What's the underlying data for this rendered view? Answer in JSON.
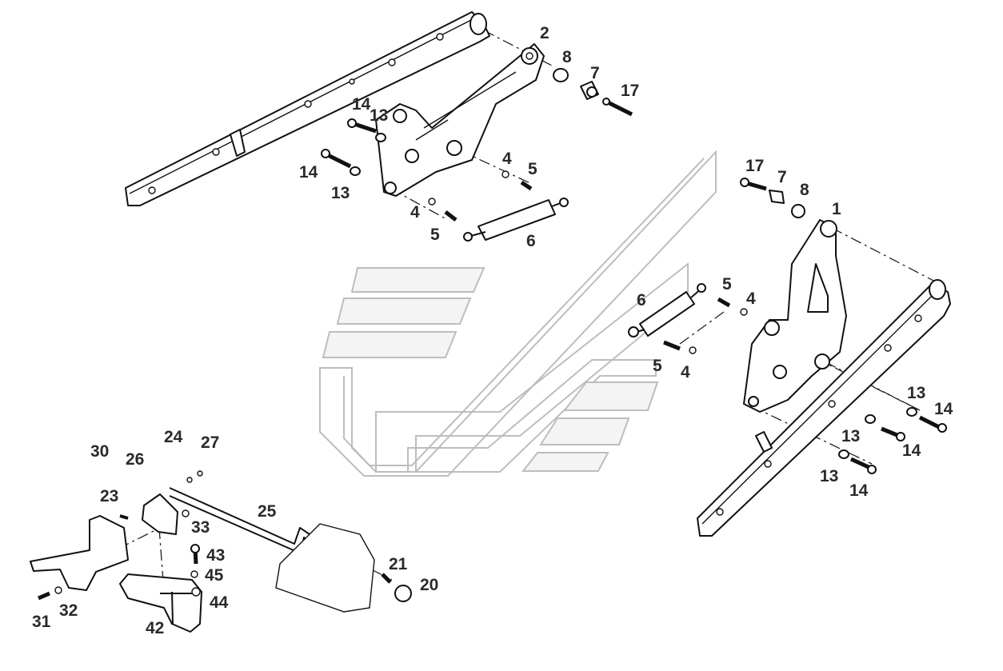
{
  "callouts": [
    {
      "id": "c2",
      "text": "2"
    },
    {
      "id": "c8a",
      "text": "8"
    },
    {
      "id": "c7a",
      "text": "7"
    },
    {
      "id": "c17a",
      "text": "17"
    },
    {
      "id": "c14a",
      "text": "14"
    },
    {
      "id": "c13a",
      "text": "13"
    },
    {
      "id": "c14b",
      "text": "14"
    },
    {
      "id": "c13b",
      "text": "13"
    },
    {
      "id": "c4a",
      "text": "4"
    },
    {
      "id": "c5a",
      "text": "5"
    },
    {
      "id": "c4b",
      "text": "4"
    },
    {
      "id": "c5b",
      "text": "5"
    },
    {
      "id": "c6a",
      "text": "6"
    },
    {
      "id": "c17b",
      "text": "17"
    },
    {
      "id": "c7b",
      "text": "7"
    },
    {
      "id": "c8b",
      "text": "8"
    },
    {
      "id": "c1",
      "text": "1"
    },
    {
      "id": "c6b",
      "text": "6"
    },
    {
      "id": "c5c",
      "text": "5"
    },
    {
      "id": "c4c",
      "text": "4"
    },
    {
      "id": "c5d",
      "text": "5"
    },
    {
      "id": "c4d",
      "text": "4"
    },
    {
      "id": "c13c",
      "text": "13"
    },
    {
      "id": "c14c",
      "text": "14"
    },
    {
      "id": "c13d",
      "text": "13"
    },
    {
      "id": "c14d",
      "text": "14"
    },
    {
      "id": "c13e",
      "text": "13"
    },
    {
      "id": "c14e",
      "text": "14"
    },
    {
      "id": "c24",
      "text": "24"
    },
    {
      "id": "c27",
      "text": "27"
    },
    {
      "id": "c30",
      "text": "30"
    },
    {
      "id": "c26",
      "text": "26"
    },
    {
      "id": "c23",
      "text": "23"
    },
    {
      "id": "c33",
      "text": "33"
    },
    {
      "id": "c25",
      "text": "25"
    },
    {
      "id": "c43",
      "text": "43"
    },
    {
      "id": "c45",
      "text": "45"
    },
    {
      "id": "c44",
      "text": "44"
    },
    {
      "id": "c21",
      "text": "21"
    },
    {
      "id": "c20",
      "text": "20"
    },
    {
      "id": "c31",
      "text": "31"
    },
    {
      "id": "c32",
      "text": "32"
    },
    {
      "id": "c42",
      "text": "42"
    }
  ],
  "colors": {
    "line": "#111111",
    "callout": "#2a2a2a",
    "watermark": "#bdbdbd"
  }
}
